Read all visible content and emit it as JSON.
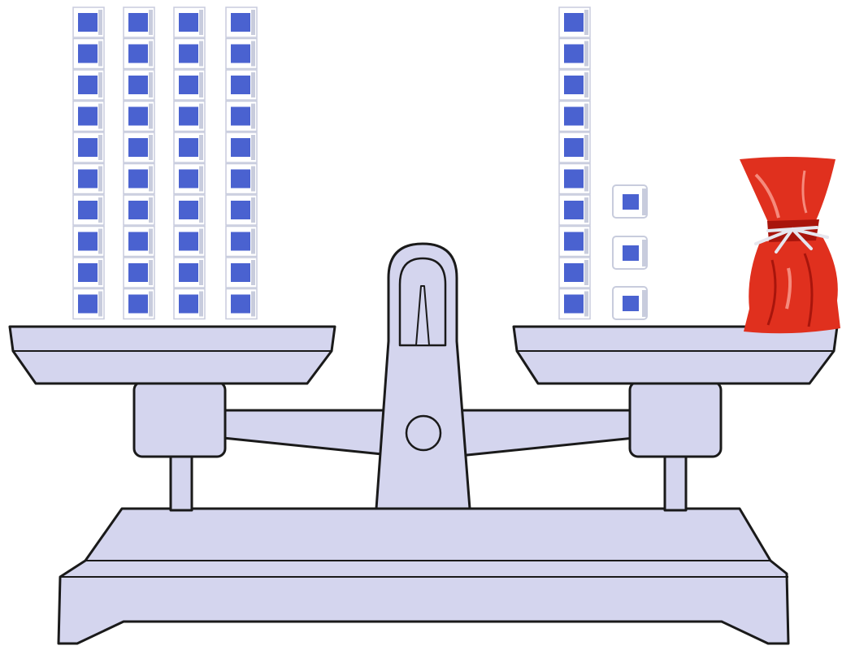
{
  "scene": {
    "colors": {
      "scale_fill": "#d4d5ee",
      "scale_stroke": "#1a1a1a",
      "cube_blue": "#4a62d0",
      "cube_face": "#ffffff",
      "cube_edge": "#c8ccdd",
      "bag_red": "#e0301e",
      "bag_dark": "#a8150c",
      "ribbon": "#e6e6ee"
    },
    "left_pan": {
      "ten_rods": 4,
      "cubes_per_rod": 10,
      "unit_cubes": 0
    },
    "right_pan": {
      "ten_rods": 1,
      "cubes_per_rod": 10,
      "unit_cubes": 3,
      "has_mystery_bag": true
    },
    "balanced": true,
    "icons": [
      "balance-scale-icon",
      "ten-rod-icon",
      "unit-cube-icon",
      "gift-bag-icon"
    ]
  }
}
